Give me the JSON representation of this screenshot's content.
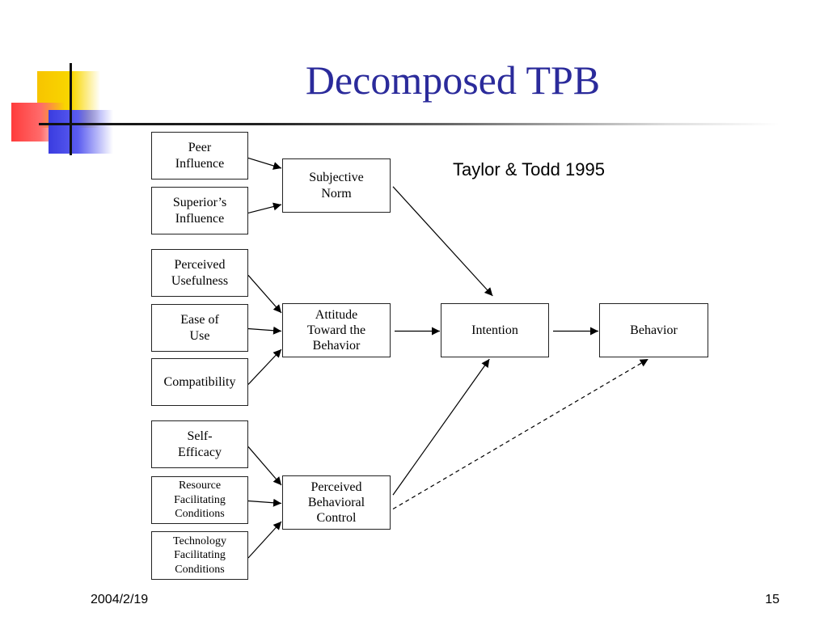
{
  "slide": {
    "title": "Decomposed TPB",
    "citation": "Taylor & Todd 1995",
    "date": "2004/2/19",
    "page_number": "15"
  },
  "colors": {
    "title": "#2b2b9b",
    "deco_yellow": "#f7c400",
    "deco_red": "#ff3b3b",
    "deco_blue": "#3a3ce0"
  },
  "diagram": {
    "nodes": {
      "peer_influence": "Peer\nInfluence",
      "superiors_influence": "Superior’s\nInfluence",
      "perceived_usefulness": "Perceived\nUsefulness",
      "ease_of_use": "Ease of\nUse",
      "compatibility": "Compatibility",
      "self_efficacy": "Self-\nEfficacy",
      "resource_facilitating": "Resource\nFacilitating\nConditions",
      "technology_facilitating": "Technology\nFacilitating\nConditions",
      "subjective_norm": "Subjective\nNorm",
      "attitude": "Attitude\nToward the\nBehavior",
      "perceived_behavioral_control": "Perceived\nBehavioral\nControl",
      "intention": "Intention",
      "behavior": "Behavior"
    },
    "edges": [
      {
        "from": "peer_influence",
        "to": "subjective_norm",
        "style": "solid"
      },
      {
        "from": "superiors_influence",
        "to": "subjective_norm",
        "style": "solid"
      },
      {
        "from": "perceived_usefulness",
        "to": "attitude",
        "style": "solid"
      },
      {
        "from": "ease_of_use",
        "to": "attitude",
        "style": "solid"
      },
      {
        "from": "compatibility",
        "to": "attitude",
        "style": "solid"
      },
      {
        "from": "self_efficacy",
        "to": "perceived_behavioral_control",
        "style": "solid"
      },
      {
        "from": "resource_facilitating",
        "to": "perceived_behavioral_control",
        "style": "solid"
      },
      {
        "from": "technology_facilitating",
        "to": "perceived_behavioral_control",
        "style": "solid"
      },
      {
        "from": "subjective_norm",
        "to": "intention",
        "style": "solid"
      },
      {
        "from": "attitude",
        "to": "intention",
        "style": "solid"
      },
      {
        "from": "perceived_behavioral_control",
        "to": "intention",
        "style": "solid"
      },
      {
        "from": "intention",
        "to": "behavior",
        "style": "solid"
      },
      {
        "from": "perceived_behavioral_control",
        "to": "behavior",
        "style": "dashed"
      }
    ]
  }
}
